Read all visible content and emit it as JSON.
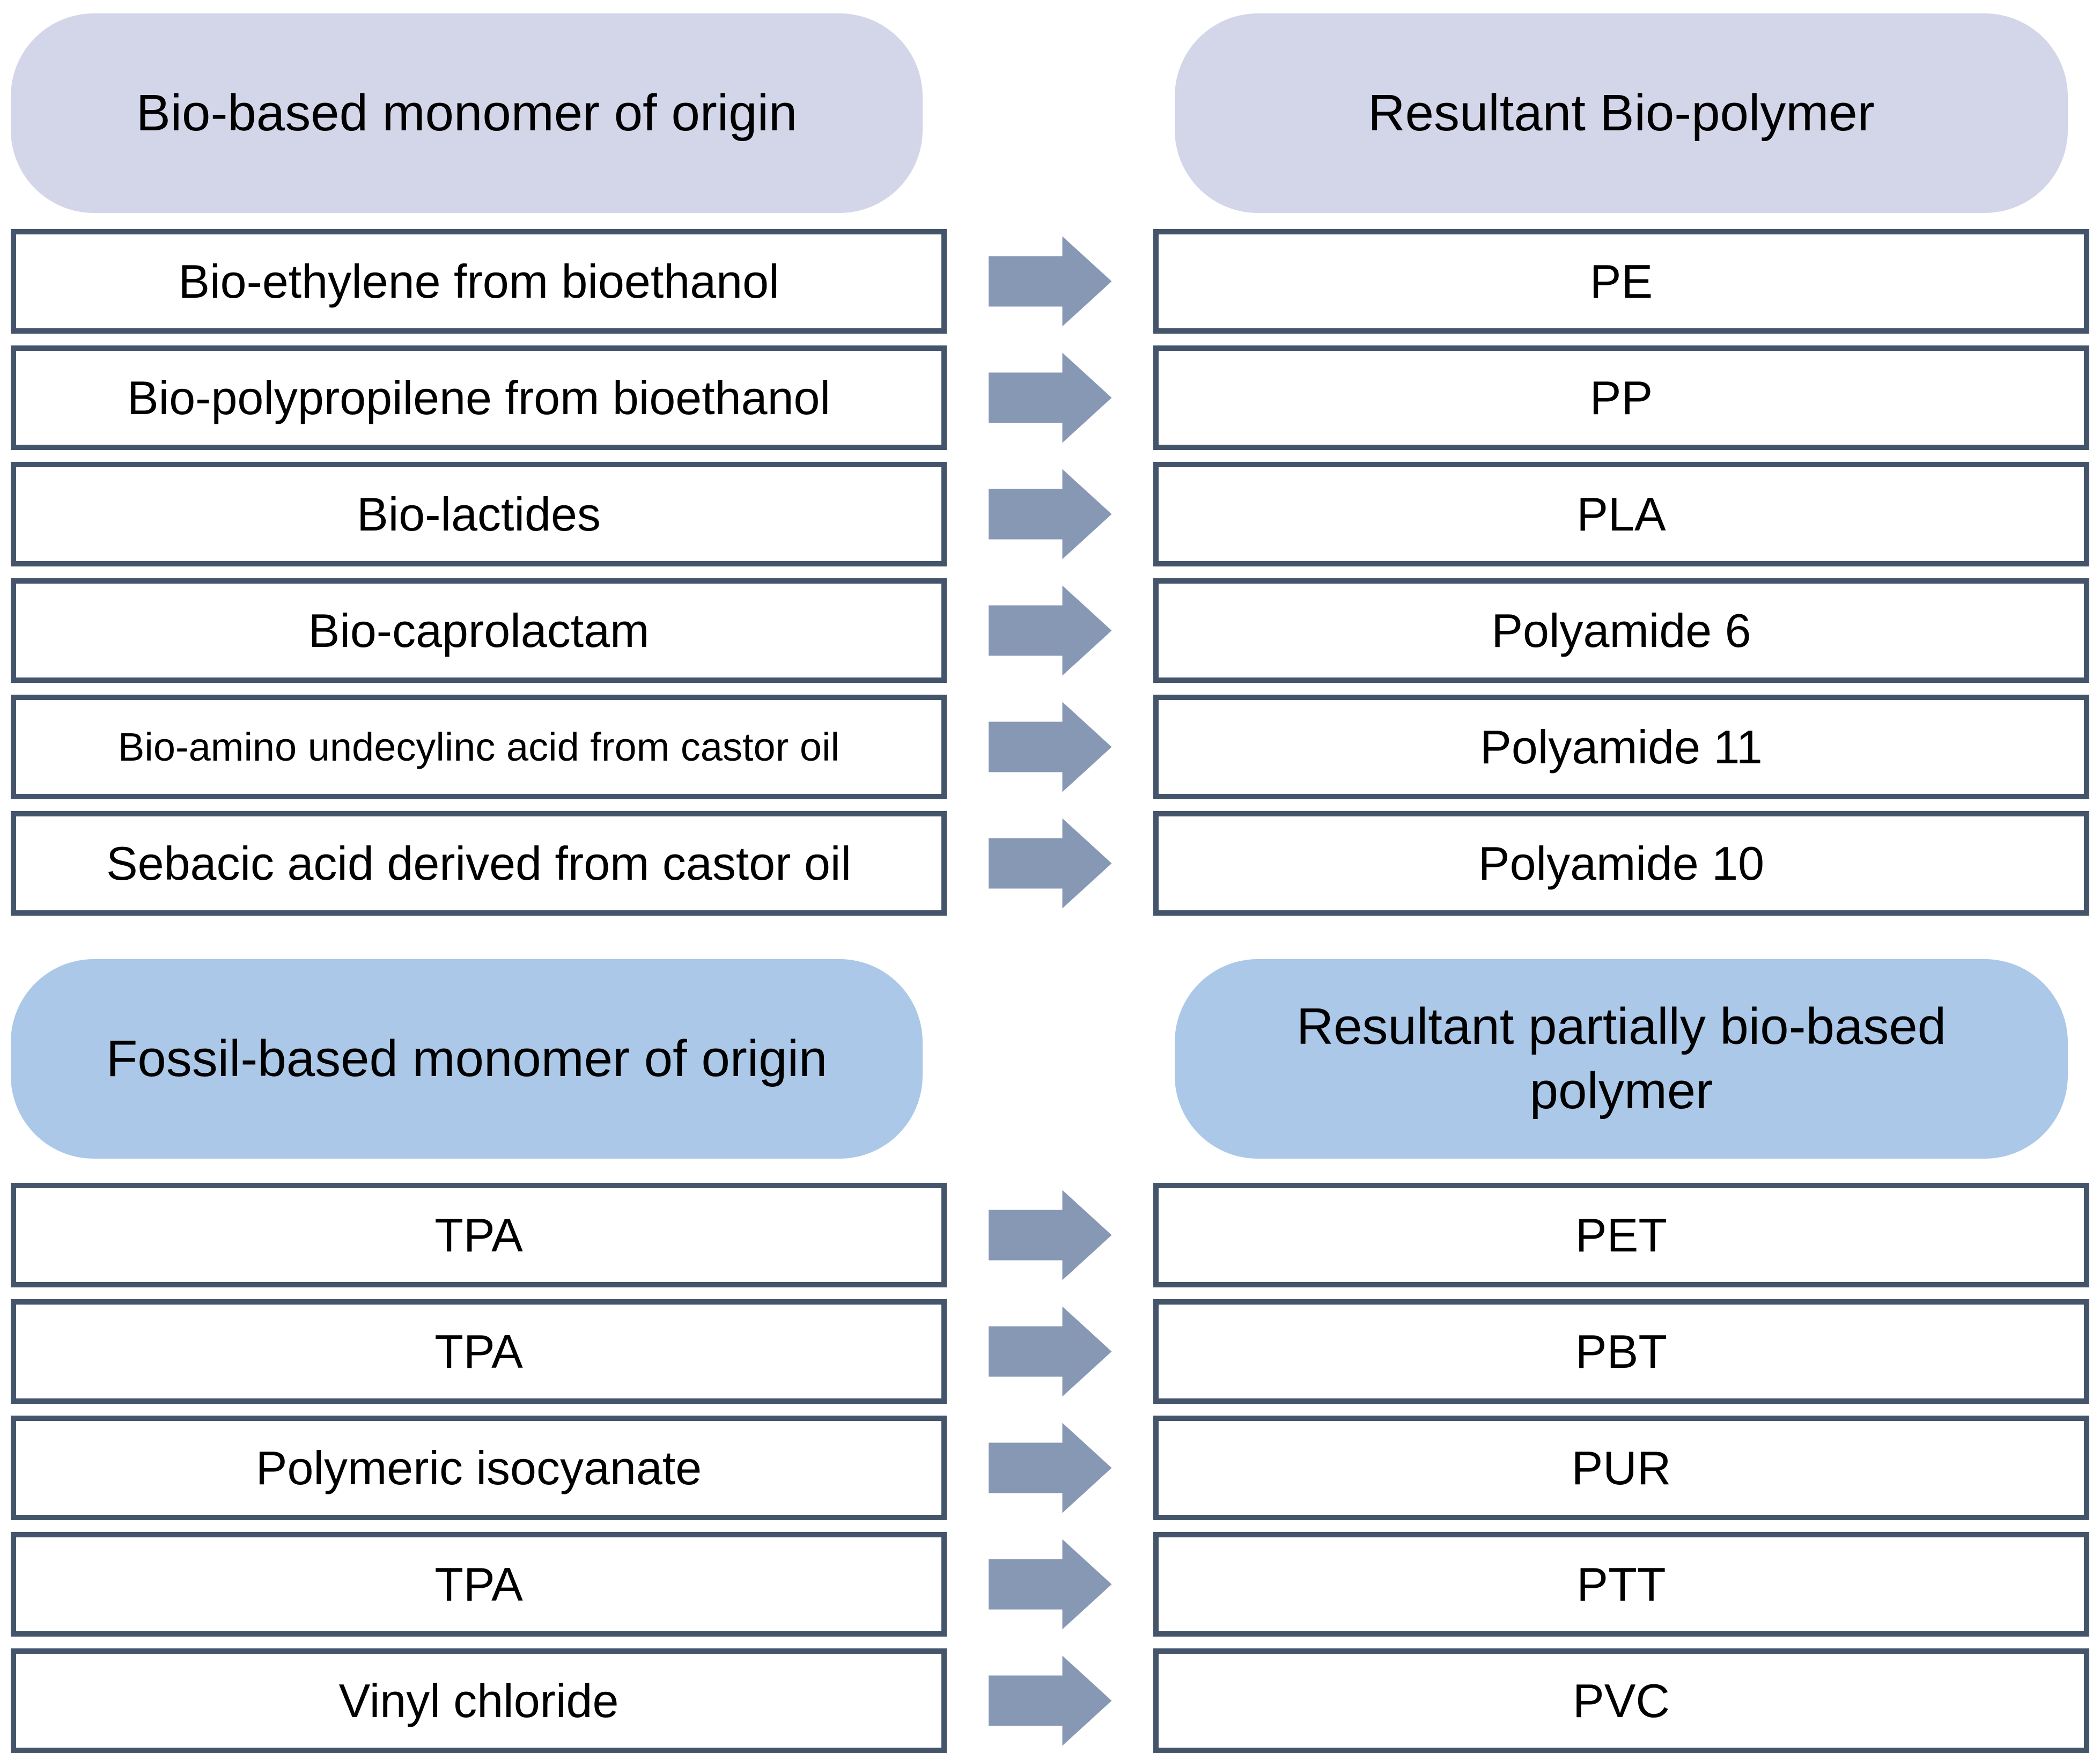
{
  "colors": {
    "box_border": "#44546a",
    "box_fill": "#ffffff",
    "arrow_fill": "#8798b5",
    "background": "#ffffff",
    "text": "#000000"
  },
  "sections": [
    {
      "left_header": "Bio-based monomer of origin",
      "right_header": "Resultant Bio-polymer",
      "header_fill": "#d3d5e9",
      "rows": [
        {
          "monomer": "Bio-ethylene from bioethanol",
          "polymer": "PE"
        },
        {
          "monomer": "Bio-polypropilene from bioethanol",
          "polymer": "PP"
        },
        {
          "monomer": "Bio-lactides",
          "polymer": "PLA"
        },
        {
          "monomer": "Bio-caprolactam",
          "polymer": "Polyamide 6"
        },
        {
          "monomer": "Bio-amino undecylinc acid from castor oil",
          "polymer": "Polyamide 11"
        },
        {
          "monomer": "Sebacic acid derived from castor oil",
          "polymer": "Polyamide 10"
        }
      ]
    },
    {
      "left_header": "Fossil-based monomer of origin",
      "right_header": "Resultant partially bio-based polymer",
      "header_fill": "#abc8e8",
      "rows": [
        {
          "monomer": "TPA",
          "polymer": "PET"
        },
        {
          "monomer": "TPA",
          "polymer": "PBT"
        },
        {
          "monomer": "Polymeric isocyanate",
          "polymer": "PUR"
        },
        {
          "monomer": "TPA",
          "polymer": "PTT"
        },
        {
          "monomer": "Vinyl chloride",
          "polymer": "PVC"
        }
      ]
    }
  ]
}
